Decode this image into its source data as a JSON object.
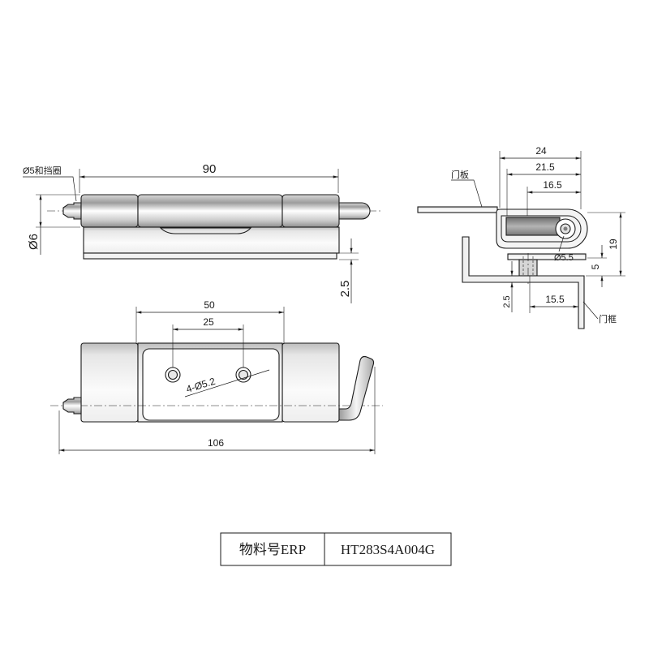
{
  "drawing": {
    "front_view": {
      "pin_note": "Ø5和挡圈",
      "overall_width": "90",
      "knuckle_diameter": "Ø6",
      "leaf_thickness": "2.5"
    },
    "side_view": {
      "dim_24": "24",
      "dim_21_5": "21.5",
      "dim_16_5": "16.5",
      "door_panel_label": "门板",
      "dim_19": "19",
      "pin_hole": "Ø5.5",
      "dim_5": "5",
      "dim_2_5": "2.5",
      "dim_15_5": "15.5",
      "door_frame_label": "门框"
    },
    "plan_view": {
      "dim_50": "50",
      "dim_25": "25",
      "mounting_holes": "4-Ø5.2",
      "overall_length": "106"
    }
  },
  "title_block": {
    "erp_label": "物料号ERP",
    "erp_number": "HT283S4A004G"
  },
  "colors": {
    "line": "#1a1a1a",
    "background": "#ffffff"
  }
}
